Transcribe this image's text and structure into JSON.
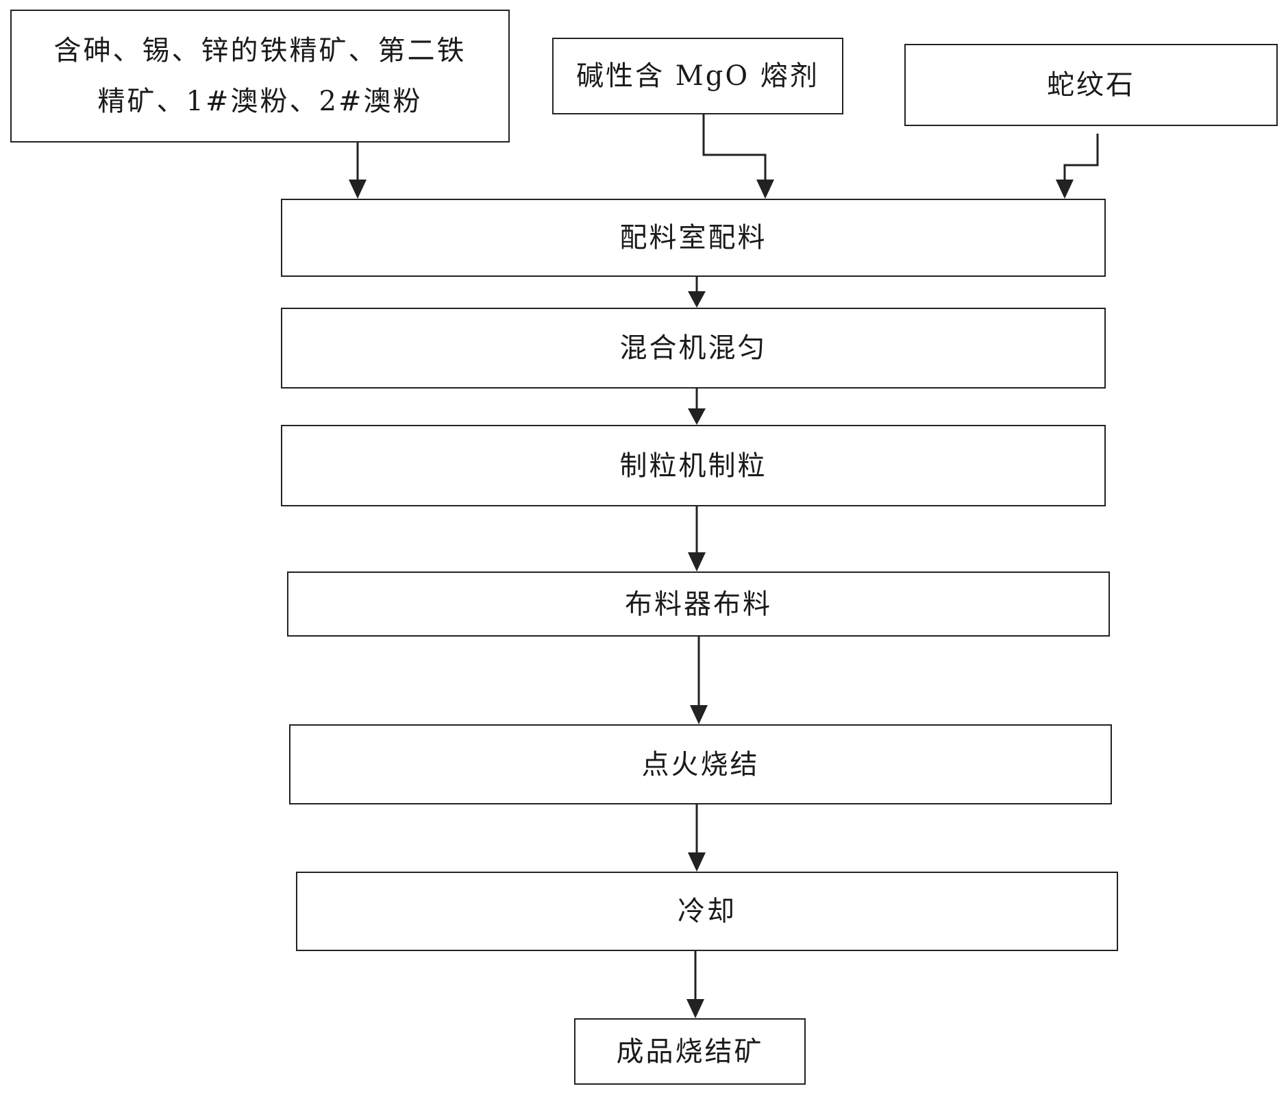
{
  "inputs": {
    "ore_blend": {
      "line1": "含砷、锡、锌的铁精矿、第二铁",
      "line2": "精矿、1#澳粉、2#澳粉"
    },
    "flux": "碱性含 MgO 熔剂",
    "serpentine": "蛇纹石"
  },
  "steps": {
    "batching": "配料室配料",
    "mixing": "混合机混匀",
    "granulating": "制粒机制粒",
    "distributing": "布料器布料",
    "sintering": "点火烧结",
    "cooling": "冷却"
  },
  "product": "成品烧结矿"
}
